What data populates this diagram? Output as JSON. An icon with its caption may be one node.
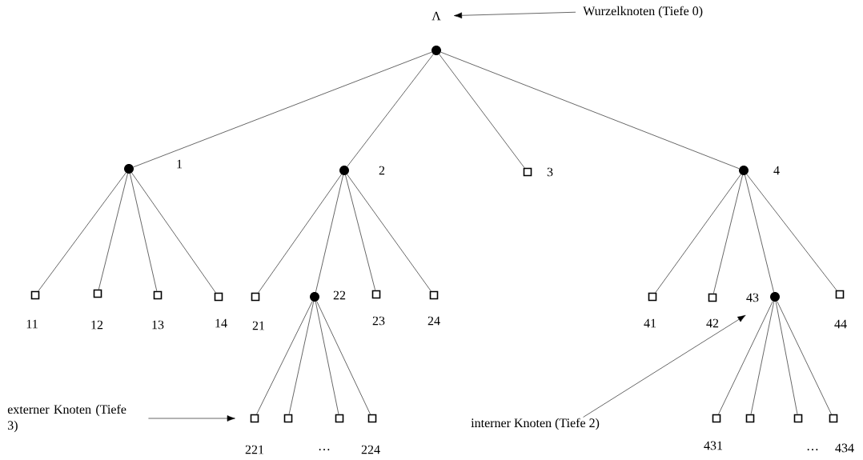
{
  "diagram": {
    "nodes": [
      {
        "text": [
          "Λ"
        ]
      },
      {
        "text": [],
        "shape": "circle"
      },
      {
        "text": [],
        "shape": "circle",
        "beside": [
          "1"
        ]
      },
      {
        "text": [],
        "shape": "circle",
        "beside": [
          "2"
        ]
      },
      {
        "text": [],
        "shape": "box",
        "beside": [
          "3"
        ]
      },
      {
        "text": [],
        "shape": "circle",
        "beside": [
          "4"
        ]
      },
      {
        "text": [],
        "shape": "box",
        "beside": [
          "11"
        ]
      },
      {
        "text": [],
        "shape": "box",
        "beside": [
          "12"
        ]
      },
      {
        "text": [],
        "shape": "box",
        "beside": [
          "13"
        ]
      },
      {
        "text": [],
        "shape": "box",
        "beside": [
          "14"
        ]
      },
      {
        "text": [],
        "shape": "box",
        "beside": [
          "21"
        ]
      },
      {
        "text": [],
        "shape": "circle",
        "beside": [
          "22"
        ]
      },
      {
        "text": [],
        "shape": "box",
        "beside": [
          "23"
        ]
      },
      {
        "text": [],
        "shape": "box",
        "beside": [
          "24"
        ]
      },
      {
        "text": [],
        "shape": "box",
        "beside": [
          "41"
        ]
      },
      {
        "text": [],
        "shape": "box",
        "beside": [
          "42"
        ]
      },
      {
        "text": [],
        "shape": "circle",
        "beside": [
          "43"
        ]
      },
      {
        "text": [],
        "shape": "box",
        "beside": [
          "44"
        ]
      },
      {
        "text": [],
        "shape": "box",
        "beside": [
          "221"
        ]
      },
      {
        "text": [],
        "shape": "box"
      },
      {
        "text": [],
        "shape": "box"
      },
      {
        "text": [],
        "shape": "box",
        "beside": [
          "224"
        ]
      },
      {
        "text": [],
        "shape": "box",
        "beside": [
          "431"
        ]
      },
      {
        "text": [],
        "shape": "box"
      },
      {
        "text": [],
        "shape": "box"
      },
      {
        "text": [],
        "shape": "box",
        "beside": [
          "434"
        ]
      },
      {
        "text": [
          "externer Knoten (Tiefe 3)"
        ]
      },
      {
        "text": [
          "interner Knoten (Tiefe 2)"
        ]
      },
      {
        "text": [
          "Wurzelknoten (Tiefe 0)"
        ]
      }
    ],
    "edges": [
      {
        "from": 1,
        "to": 2,
        "arrow": "none"
      },
      {
        "from": 1,
        "to": 3,
        "arrow": "none"
      },
      {
        "from": 1,
        "to": 4,
        "arrow": "none"
      },
      {
        "from": 1,
        "to": 5,
        "arrow": "none"
      },
      {
        "from": 2,
        "to": 6,
        "arrow": "none"
      },
      {
        "from": 2,
        "to": 7,
        "arrow": "none"
      },
      {
        "from": 2,
        "to": 8,
        "arrow": "none"
      },
      {
        "from": 2,
        "to": 9,
        "arrow": "none"
      },
      {
        "from": 3,
        "to": 10,
        "arrow": "none"
      },
      {
        "from": 3,
        "to": 11,
        "arrow": "none"
      },
      {
        "from": 3,
        "to": 12,
        "arrow": "none"
      },
      {
        "from": 3,
        "to": 13,
        "arrow": "none"
      },
      {
        "from": 5,
        "to": 14,
        "arrow": "none"
      },
      {
        "from": 5,
        "to": 15,
        "arrow": "none"
      },
      {
        "from": 5,
        "to": 16,
        "arrow": "none"
      },
      {
        "from": 5,
        "to": 17,
        "arrow": "none"
      },
      {
        "from": 11,
        "to": 18,
        "arrow": "none"
      },
      {
        "from": 11,
        "to": 19,
        "arrow": "none"
      },
      {
        "from": 11,
        "to": 20,
        "arrow": "none"
      },
      {
        "from": 11,
        "to": 21,
        "arrow": "none"
      },
      {
        "from": 16,
        "to": 22,
        "arrow": "none"
      },
      {
        "from": 16,
        "to": 23,
        "arrow": "none"
      },
      {
        "from": 16,
        "to": 24,
        "arrow": "none"
      },
      {
        "from": 16,
        "to": 25,
        "arrow": "none"
      },
      {
        "from": 26,
        "to": 18,
        "arrow": "to"
      },
      {
        "from": 27,
        "to": 16,
        "arrow": "to"
      },
      {
        "from": 28,
        "to": 0,
        "arrow": "to"
      }
    ],
    "labels": [
      "…",
      "…"
    ]
  }
}
